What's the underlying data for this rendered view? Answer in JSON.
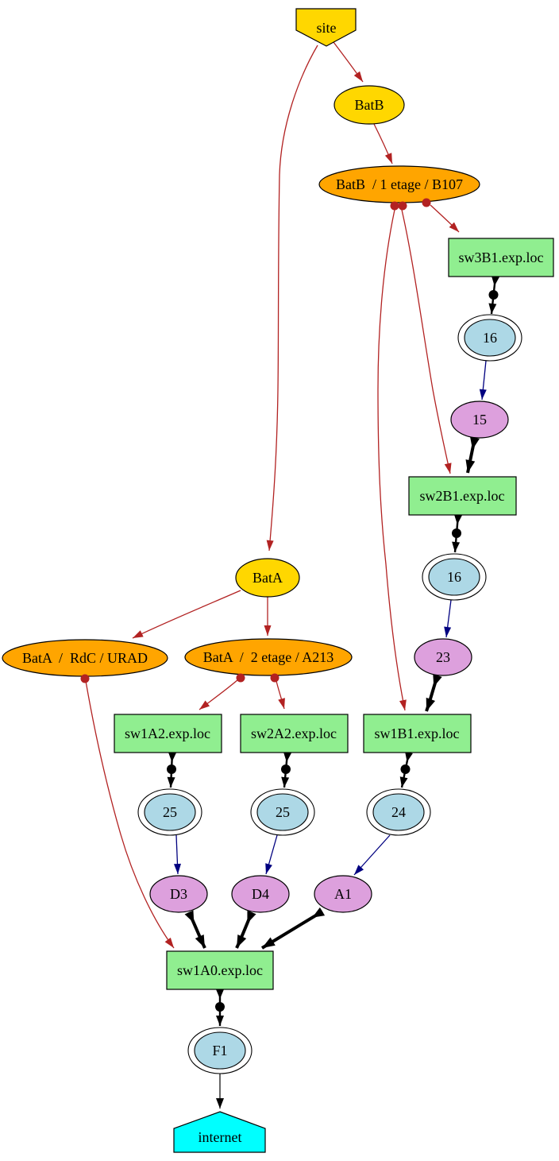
{
  "diagram": {
    "type": "network-topology-graph",
    "colors": {
      "site": "#FFD700",
      "building": "#FFD700",
      "room": "#FFA500",
      "switch": "#90EE90",
      "port_fill": "#ADD8E6",
      "port_ring": "#FFFFFF",
      "vlan": "#DDA0DD",
      "internet": "#00FFFF",
      "edge_tree": "#B22222",
      "edge_port": "#000000",
      "edge_vlan": "#000080",
      "edge_uplink": "#000000"
    },
    "nodes": {
      "site": {
        "label": "site",
        "type": "site"
      },
      "batB": {
        "label": "BatB",
        "type": "building"
      },
      "roomB107": {
        "label": "BatB  / 1 etage / B107",
        "type": "room"
      },
      "sw3B1": {
        "label": "sw3B1.exp.loc",
        "type": "switch"
      },
      "portSw3B1_16": {
        "label": "16",
        "type": "port"
      },
      "vlan15": {
        "label": "15",
        "type": "vlan"
      },
      "sw2B1": {
        "label": "sw2B1.exp.loc",
        "type": "switch"
      },
      "portSw2B1_16": {
        "label": "16",
        "type": "port"
      },
      "vlan23": {
        "label": "23",
        "type": "vlan"
      },
      "batA": {
        "label": "BatA",
        "type": "building"
      },
      "roomURAD": {
        "label": "BatA  /  RdC / URAD",
        "type": "room"
      },
      "roomA213": {
        "label": "BatA  /  2 etage / A213",
        "type": "room"
      },
      "sw1A2": {
        "label": "sw1A2.exp.loc",
        "type": "switch"
      },
      "sw2A2": {
        "label": "sw2A2.exp.loc",
        "type": "switch"
      },
      "sw1B1": {
        "label": "sw1B1.exp.loc",
        "type": "switch"
      },
      "portSw1A2_25": {
        "label": "25",
        "type": "port"
      },
      "portSw2A2_25": {
        "label": "25",
        "type": "port"
      },
      "portSw1B1_24": {
        "label": "24",
        "type": "port"
      },
      "vlanD3": {
        "label": "D3",
        "type": "vlan"
      },
      "vlanD4": {
        "label": "D4",
        "type": "vlan"
      },
      "vlanA1": {
        "label": "A1",
        "type": "vlan"
      },
      "sw1A0": {
        "label": "sw1A0.exp.loc",
        "type": "switch"
      },
      "portSw1A0_F1": {
        "label": "F1",
        "type": "port"
      },
      "internet": {
        "label": "internet",
        "type": "internet"
      }
    },
    "edges": [
      {
        "from": "site",
        "to": "BatB",
        "kind": "tree"
      },
      {
        "from": "site",
        "to": "BatA",
        "kind": "tree"
      },
      {
        "from": "BatB",
        "to": "BatB / 1 etage / B107",
        "kind": "tree"
      },
      {
        "from": "BatB / 1 etage / B107",
        "to": "sw3B1.exp.loc",
        "kind": "tree"
      },
      {
        "from": "BatB / 1 etage / B107",
        "to": "sw2B1.exp.loc",
        "kind": "tree"
      },
      {
        "from": "BatB / 1 etage / B107",
        "to": "sw1B1.exp.loc",
        "kind": "tree"
      },
      {
        "from": "sw3B1.exp.loc",
        "to": "16",
        "kind": "port"
      },
      {
        "from": "16",
        "to": "15",
        "kind": "vlan"
      },
      {
        "from": "15",
        "to": "sw2B1.exp.loc",
        "kind": "uplink"
      },
      {
        "from": "sw2B1.exp.loc",
        "to": "16",
        "kind": "port"
      },
      {
        "from": "16",
        "to": "23",
        "kind": "vlan"
      },
      {
        "from": "23",
        "to": "sw1B1.exp.loc",
        "kind": "uplink"
      },
      {
        "from": "BatA",
        "to": "BatA / RdC / URAD",
        "kind": "tree"
      },
      {
        "from": "BatA",
        "to": "BatA / 2 etage / A213",
        "kind": "tree"
      },
      {
        "from": "BatA / RdC / URAD",
        "to": "sw1A0.exp.loc",
        "kind": "tree"
      },
      {
        "from": "BatA / 2 etage / A213",
        "to": "sw1A2.exp.loc",
        "kind": "tree"
      },
      {
        "from": "BatA / 2 etage / A213",
        "to": "sw2A2.exp.loc",
        "kind": "tree"
      },
      {
        "from": "sw1A2.exp.loc",
        "to": "25",
        "kind": "port"
      },
      {
        "from": "sw2A2.exp.loc",
        "to": "25",
        "kind": "port"
      },
      {
        "from": "sw1B1.exp.loc",
        "to": "24",
        "kind": "port"
      },
      {
        "from": "25",
        "to": "D3",
        "kind": "vlan"
      },
      {
        "from": "25",
        "to": "D4",
        "kind": "vlan"
      },
      {
        "from": "24",
        "to": "A1",
        "kind": "vlan"
      },
      {
        "from": "D3",
        "to": "sw1A0.exp.loc",
        "kind": "uplink"
      },
      {
        "from": "D4",
        "to": "sw1A0.exp.loc",
        "kind": "uplink"
      },
      {
        "from": "A1",
        "to": "sw1A0.exp.loc",
        "kind": "uplink"
      },
      {
        "from": "sw1A0.exp.loc",
        "to": "F1",
        "kind": "port"
      },
      {
        "from": "F1",
        "to": "internet",
        "kind": "out"
      }
    ]
  }
}
